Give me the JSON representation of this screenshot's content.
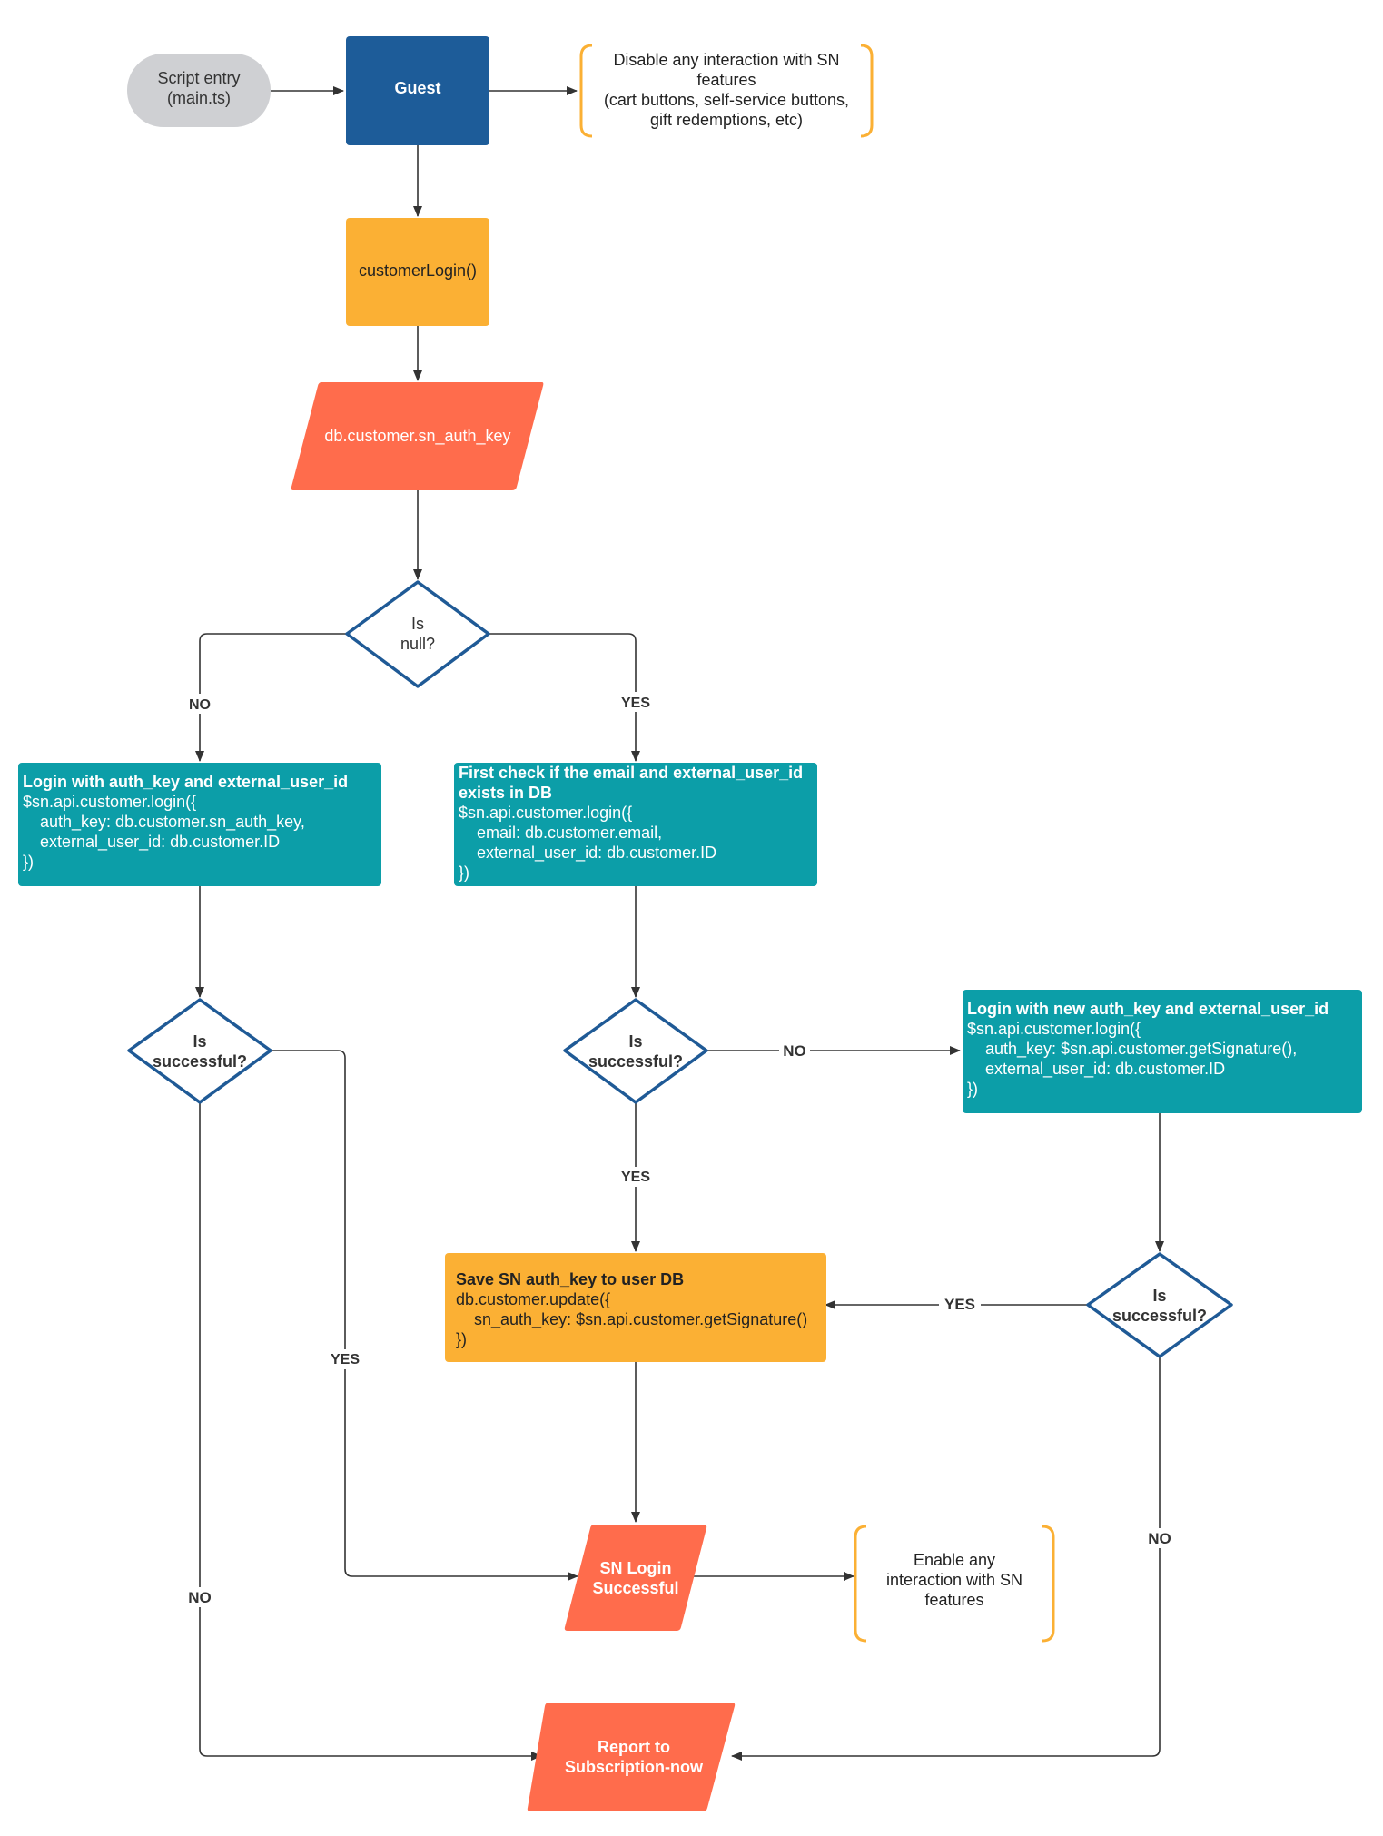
{
  "colors": {
    "terminator_fill": "#cfd0d3",
    "guest_fill": "#1d5c99",
    "orange_fill": "#fbb034",
    "red_fill": "#ff6c4c",
    "teal_fill": "#0c9ea8",
    "diamond_stroke": "#1f5a96",
    "bracket_stroke": "#fbb034",
    "edge": "#333333"
  },
  "nodes": {
    "script_entry": {
      "line1": "Script entry",
      "line2": "(main.ts)"
    },
    "guest": {
      "label": "Guest"
    },
    "note_disable": {
      "line1": "Disable any interaction with SN",
      "line2": "features",
      "line3": "(cart buttons, self-service buttons,",
      "line4": "gift redemptions, etc)"
    },
    "customer_login": {
      "label": "customerLogin()"
    },
    "auth_key_input": {
      "label": "db.customer.sn_auth_key"
    },
    "is_null": {
      "line1": "Is",
      "line2": "null?"
    },
    "login_existing": {
      "title": "Login with auth_key and external_user_id",
      "code1": "$sn.api.customer.login({",
      "code2": "auth_key: db.customer.sn_auth_key,",
      "code3": "external_user_id: db.customer.ID",
      "code4": "})"
    },
    "check_email": {
      "title1": "First check if the email and external_user_id",
      "title2": "exists in DB",
      "code1": "$sn.api.customer.login({",
      "code2": "email: db.customer.email,",
      "code3": "external_user_id: db.customer.ID",
      "code4": "})"
    },
    "login_new": {
      "title": "Login with new auth_key and external_user_id",
      "code1": "$sn.api.customer.login({",
      "code2": "auth_key: $sn.api.customer.getSignature(),",
      "code3": "external_user_id: db.customer.ID",
      "code4": "})"
    },
    "is_successful_left": {
      "line1": "Is",
      "line2": "successful?"
    },
    "is_successful_mid": {
      "line1": "Is",
      "line2": "successful?"
    },
    "is_successful_right": {
      "line1": "Is",
      "line2": "successful?"
    },
    "save_key": {
      "title": "Save SN auth_key to user DB",
      "code1": "db.customer.update({",
      "code2": "sn_auth_key: $sn.api.customer.getSignature()",
      "code3": "})"
    },
    "login_success": {
      "line1": "SN Login",
      "line2": "Successful"
    },
    "note_enable": {
      "line1": "Enable any",
      "line2": "interaction with SN",
      "line3": "features"
    },
    "report": {
      "line1": "Report to",
      "line2": "Subscription-now"
    }
  },
  "edge_labels": {
    "null_no": "NO",
    "null_yes": "YES",
    "mid_no": "NO",
    "mid_yes": "YES",
    "left_yes": "YES",
    "left_no": "NO",
    "right_yes": "YES",
    "right_no": "NO"
  }
}
